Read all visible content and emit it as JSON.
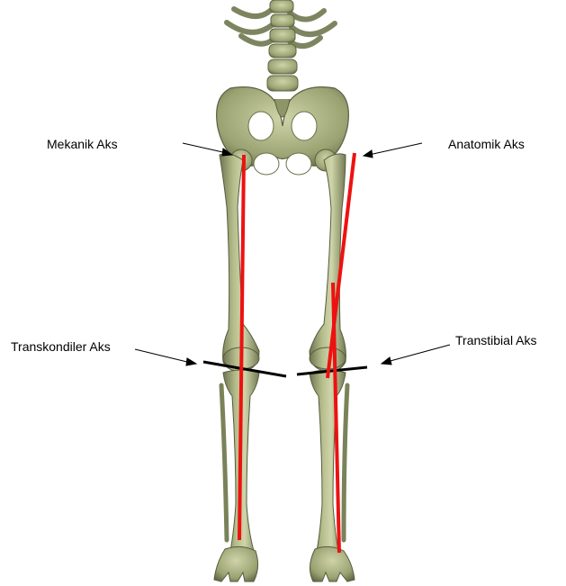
{
  "labels": {
    "mechanical_axis": "Mekanik Aks",
    "anatomical_axis": "Anatomik Aks",
    "transcondylar_axis": "Transkondiler Aks",
    "transtibial_axis": "Transtibial Aks"
  },
  "colors": {
    "background": "#ffffff",
    "bone": "#a9b07f",
    "bone_shadow": "#6e7550",
    "bone_highlight": "#d3d8ae",
    "axis_line": "#ee1111",
    "knee_line": "#000000",
    "text": "#000000"
  }
}
